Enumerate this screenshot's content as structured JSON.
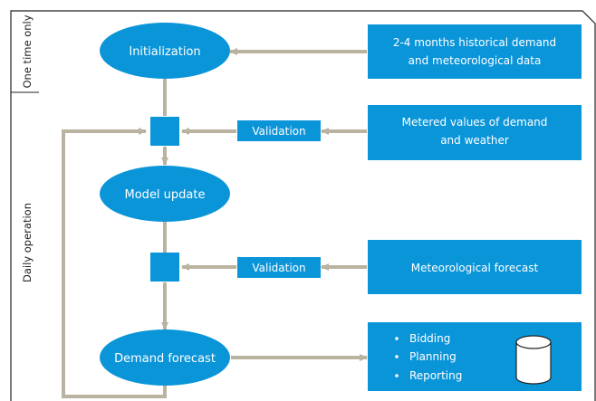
{
  "colors": {
    "shape_fill": "#0b95d9",
    "arrow": "#b9b39f",
    "frame": "#222222",
    "text_on_shape": "#ffffff",
    "database_fill": "#ffffff"
  },
  "side_labels": {
    "one_time": "One time only",
    "daily": "Daily operation"
  },
  "nodes": {
    "initialization": "Initialization",
    "model_update": "Model update",
    "demand_forecast": "Demand forecast"
  },
  "validation_labels": {
    "upper": "Validation",
    "lower": "Validation"
  },
  "inputs": {
    "historical": [
      "2-4 months historical demand",
      "and meteorological data"
    ],
    "metered": [
      "Metered values of demand",
      "and weather"
    ],
    "met_forecast": "Meteorological forecast"
  },
  "outputs": {
    "bullets": [
      "Bidding",
      "Planning",
      "Reporting"
    ],
    "database_icon": "database-icon"
  }
}
